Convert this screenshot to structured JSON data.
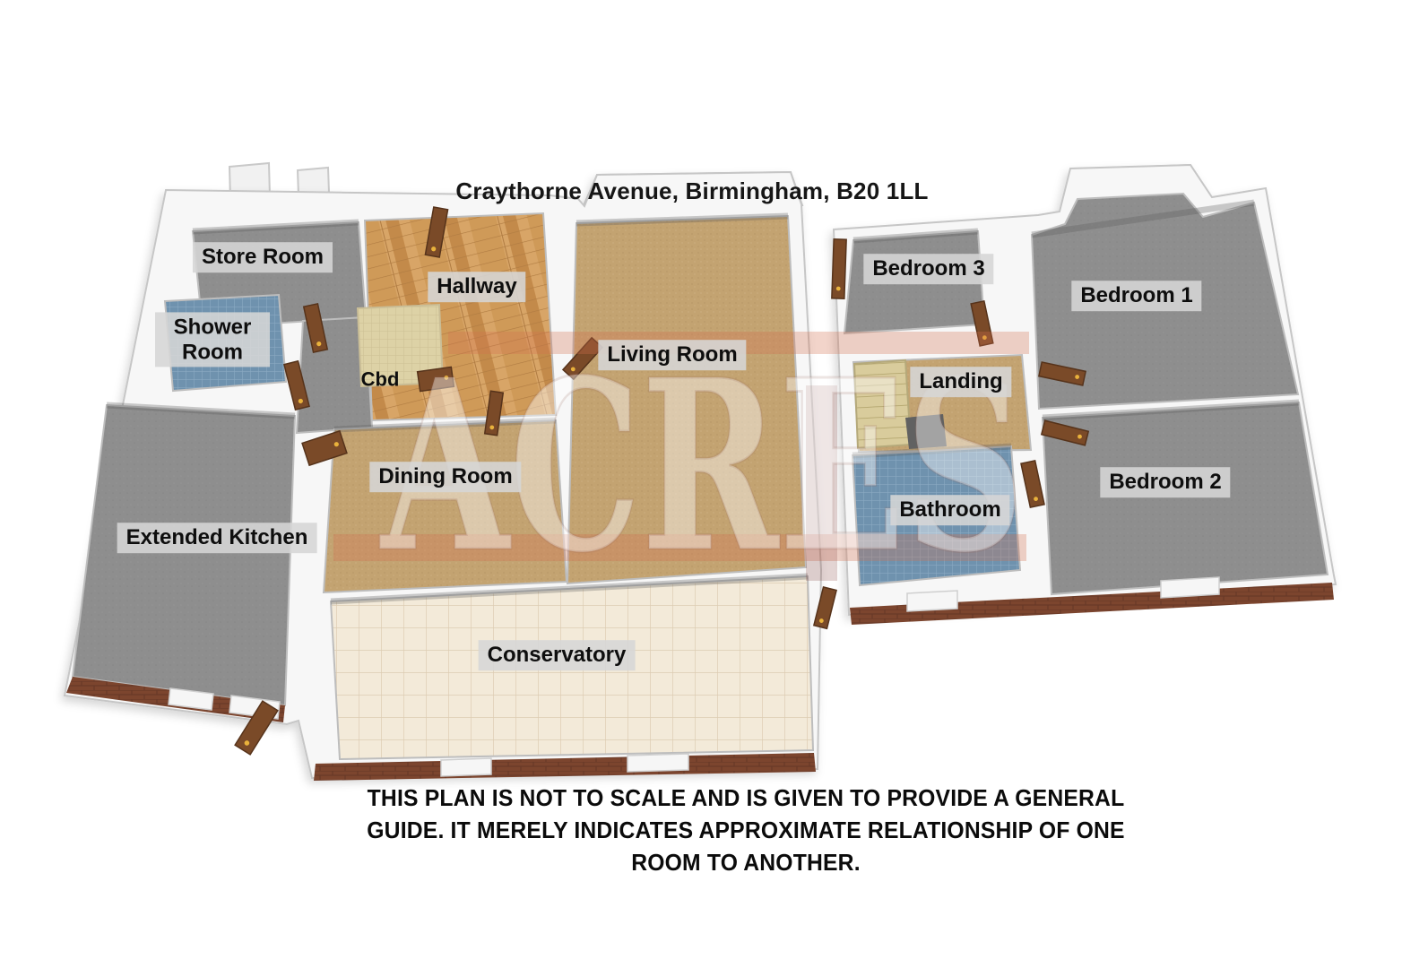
{
  "title": {
    "address": "Craythorne Avenue, Birmingham, B20 1LL"
  },
  "watermark": {
    "text": "ACRES"
  },
  "rooms": {
    "store_room": {
      "label": "Store Room"
    },
    "shower_room": {
      "label": "Shower Room"
    },
    "hallway": {
      "label": "Hallway"
    },
    "cbd": {
      "label": "Cbd"
    },
    "living_room": {
      "label": "Living Room"
    },
    "dining_room": {
      "label": "Dining Room"
    },
    "extended_kitchen": {
      "label": "Extended Kitchen"
    },
    "conservatory": {
      "label": "Conservatory"
    },
    "bedroom_1": {
      "label": "Bedroom 1"
    },
    "bedroom_2": {
      "label": "Bedroom 2"
    },
    "bedroom_3": {
      "label": "Bedroom 3"
    },
    "landing": {
      "label": "Landing"
    },
    "bathroom": {
      "label": "Bathroom"
    }
  },
  "disclaimer": {
    "line1": "THIS PLAN IS NOT TO SCALE AND IS GIVEN TO PROVIDE A GENERAL",
    "line2": "GUIDE. IT MERELY INDICATES APPROXIMATE RELATIONSHIP OF ONE",
    "line3": "ROOM TO ANOTHER."
  },
  "colors": {
    "carpet_tan": "#c3a371",
    "floor_gray": "#8e8e8e",
    "tile_blue": "#6f92ae",
    "tile_cream": "#f3ead9",
    "wood": "#d8a567",
    "stairs_beige": "#d9cc9c",
    "brick": "#7c452e",
    "door_brown": "#7a4a28",
    "wall_white": "#f7f7f7",
    "watermark_red": "#d4714f",
    "label_chip": "#d6d6d6"
  }
}
